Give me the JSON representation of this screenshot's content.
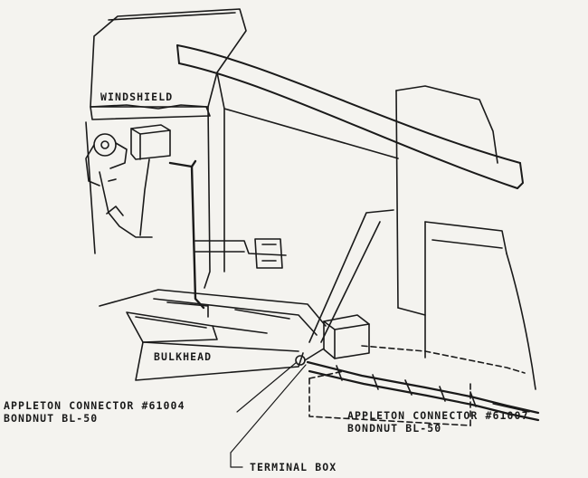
{
  "labels": {
    "windshield": "WINDSHIELD",
    "bulkhead": "BULKHEAD",
    "left_callout": {
      "line1": "APPLETON CONNECTOR #61004",
      "line2": "BONDNUT BL-50"
    },
    "right_callout": {
      "line1": "APPLETON CONNECTOR #61007",
      "line2": "BONDNUT BL-50"
    },
    "terminal_box": "TERMINAL BOX"
  },
  "colors": {
    "ink": "#1a1a1a",
    "paper": "#f4f3ef"
  }
}
